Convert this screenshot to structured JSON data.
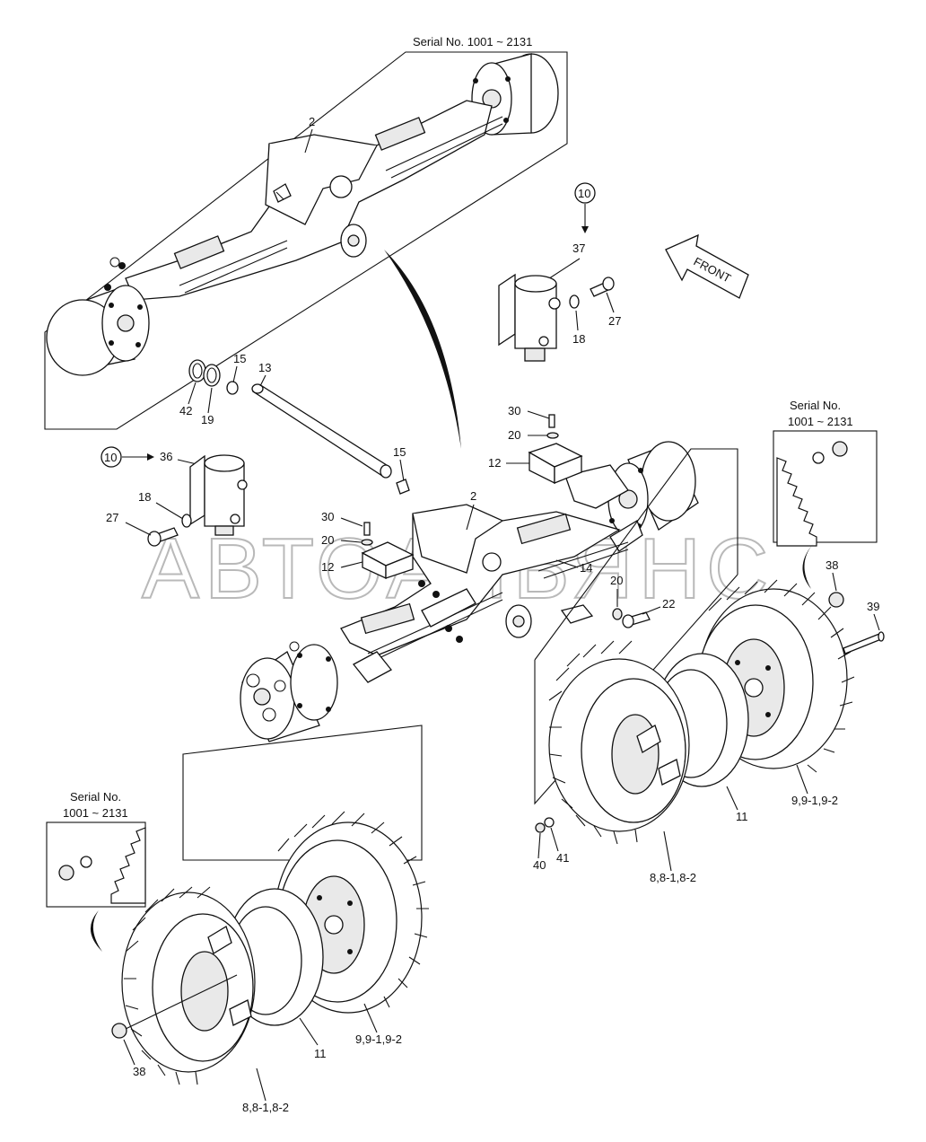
{
  "serial": {
    "top_label": "Serial No. 1001 ~ 2131",
    "right_line1": "Serial No.",
    "right_line2": "1001 ~ 2131",
    "left_line1": "Serial No.",
    "left_line2": "1001 ~ 2131"
  },
  "front_label": "FRONT",
  "watermark": "АВТОАЛЬЯНС",
  "callouts": {
    "c10_top": "10",
    "c10_left": "10"
  },
  "parts": {
    "p2_top": "2",
    "p37": "37",
    "p27_top": "27",
    "p18_top": "18",
    "p42": "42",
    "p19": "19",
    "p15_top": "15",
    "p13": "13",
    "p36": "36",
    "p18_left": "18",
    "p27_left": "27",
    "p15_mid": "15",
    "p30_a": "30",
    "p20_a": "20",
    "p12_a": "12",
    "p2_mid": "2",
    "p30_b": "30",
    "p20_b": "20",
    "p12_b": "12",
    "p14": "14",
    "p20_c": "20",
    "p22": "22",
    "p38_right": "38",
    "p39": "39",
    "p11_right": "11",
    "p9_right": "9,9-1,9-2",
    "p40": "40",
    "p41": "41",
    "p8_right": "8,8-1,8-2",
    "p9_left": "9,9-1,9-2",
    "p11_left": "11",
    "p38_left": "38",
    "p8_left": "8,8-1,8-2"
  }
}
